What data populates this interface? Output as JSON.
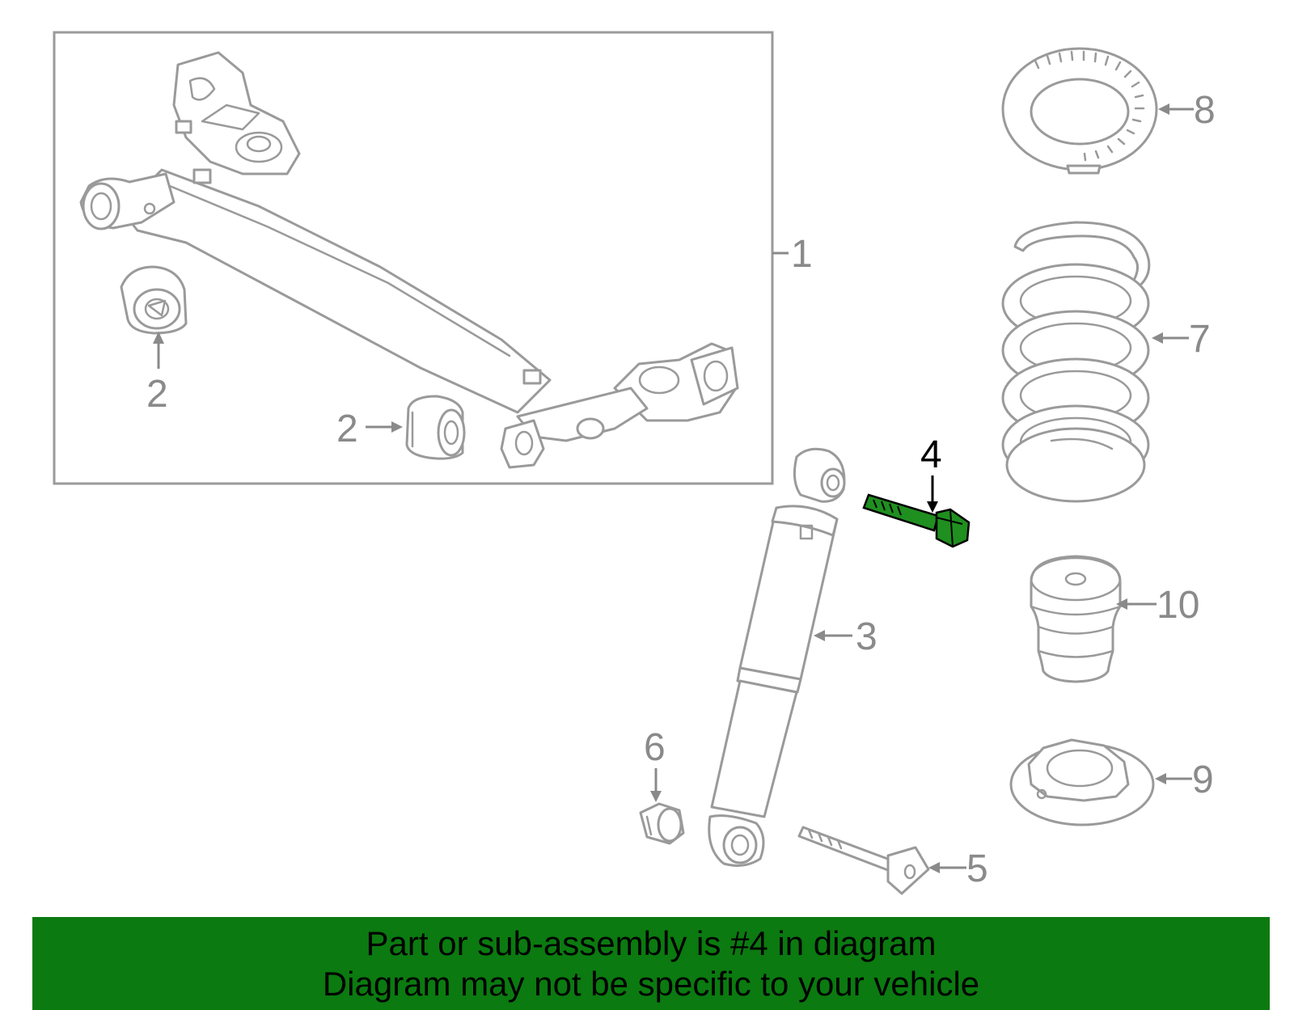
{
  "callouts": {
    "c1": "1",
    "c2a": "2",
    "c2b": "2",
    "c3": "3",
    "c4": "4",
    "c5": "5",
    "c6": "6",
    "c7": "7",
    "c8": "8",
    "c9": "9",
    "c10": "10"
  },
  "highlighted_part": "4",
  "colors": {
    "highlight": "#1f8f1f",
    "banner": "#0b7a10",
    "outline": "#9a9a9a"
  },
  "banner": {
    "line1": "Part or sub-assembly is #4 in diagram",
    "line2": "Diagram may not be specific to your vehicle"
  }
}
